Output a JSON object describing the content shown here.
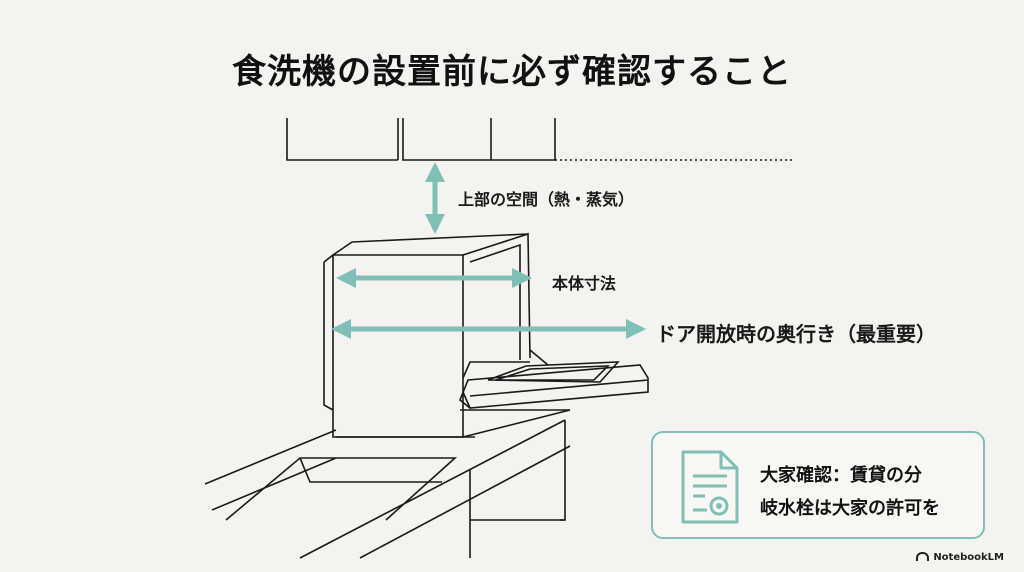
{
  "title": "食洗機の設置前に必ず確認すること",
  "labels": {
    "top_space": "上部の空間（熱・蒸気）",
    "body_size": "本体寸法",
    "door_depth": "ドア開放時の奥行き（最重要）"
  },
  "note": {
    "line1": "大家確認：賃貸の分",
    "line2": "岐水栓は大家の許可を",
    "icon": "document-seal-icon"
  },
  "brand": "NotebookLM",
  "colors": {
    "accent": "#7fbfb6",
    "line": "#1a1a1a",
    "background": "#f4f3ef"
  }
}
